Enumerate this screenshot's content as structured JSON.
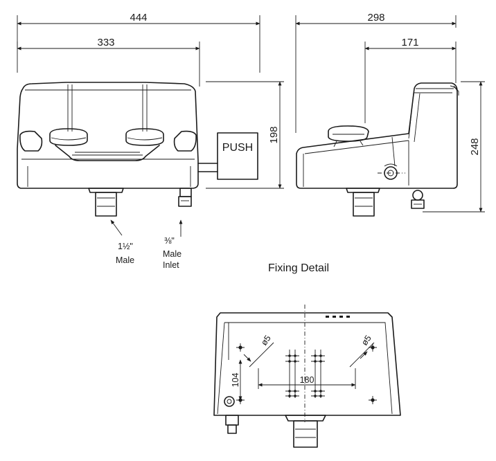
{
  "front_view": {
    "width_overall": "444",
    "width_body": "333",
    "height": "198",
    "push_label": "PUSH",
    "outlet_fraction": "1½\"",
    "outlet_type": "Male",
    "inlet_fraction": "⅜\"",
    "inlet_type": "Male",
    "inlet_word": "Inlet"
  },
  "side_view": {
    "depth_overall": "298",
    "depth_body": "171",
    "height_overall": "248"
  },
  "fixing_detail": {
    "title": "Fixing Detail",
    "hole_dia_left": "ø5",
    "hole_dia_right": "ø5",
    "vertical_spacing": "104",
    "horizontal_spacing": "180"
  }
}
